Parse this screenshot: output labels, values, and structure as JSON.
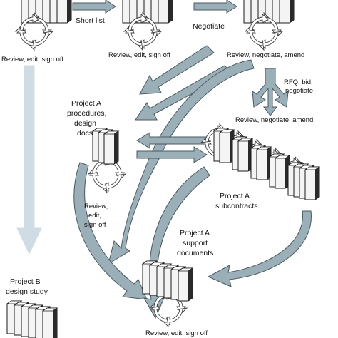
{
  "labels": {
    "short_list": "Short list",
    "negotiate": "Negotiate",
    "review_edit_sign_off_top_left": "Review, edit, sign off",
    "review_edit_sign_off_top_mid": "Review, edit, sign off",
    "review_negotiate_amend_top": "Review, negotiate, amend",
    "rfq_line1": "RFQ, bid,",
    "rfq_line2": "negotiate",
    "review_negotiate_amend_mid": "Review, negotiate, amend",
    "project_a_proc_line1": "Project A",
    "project_a_proc_line2": "procedures,",
    "project_a_proc_line3": "design",
    "project_a_proc_line4": "docs",
    "review_left_line1": "Review,",
    "review_left_line2": "edit,",
    "review_left_line3": "sign off",
    "subcontracts_line1": "Project A",
    "subcontracts_line2": "subcontracts",
    "support_line1": "Project A",
    "support_line2": "support",
    "support_line3": "documents",
    "project_b_line1": "Project B",
    "project_b_line2": "design study",
    "review_bottom": "Review, edit, sign off"
  },
  "colors": {
    "arrow_fill": "#9aafb8",
    "arrow_stroke": "#4a5960",
    "light_arrow": "#cfdce3",
    "doc_face": "#f2f2f2",
    "doc_edge": "#1a1a1a"
  }
}
